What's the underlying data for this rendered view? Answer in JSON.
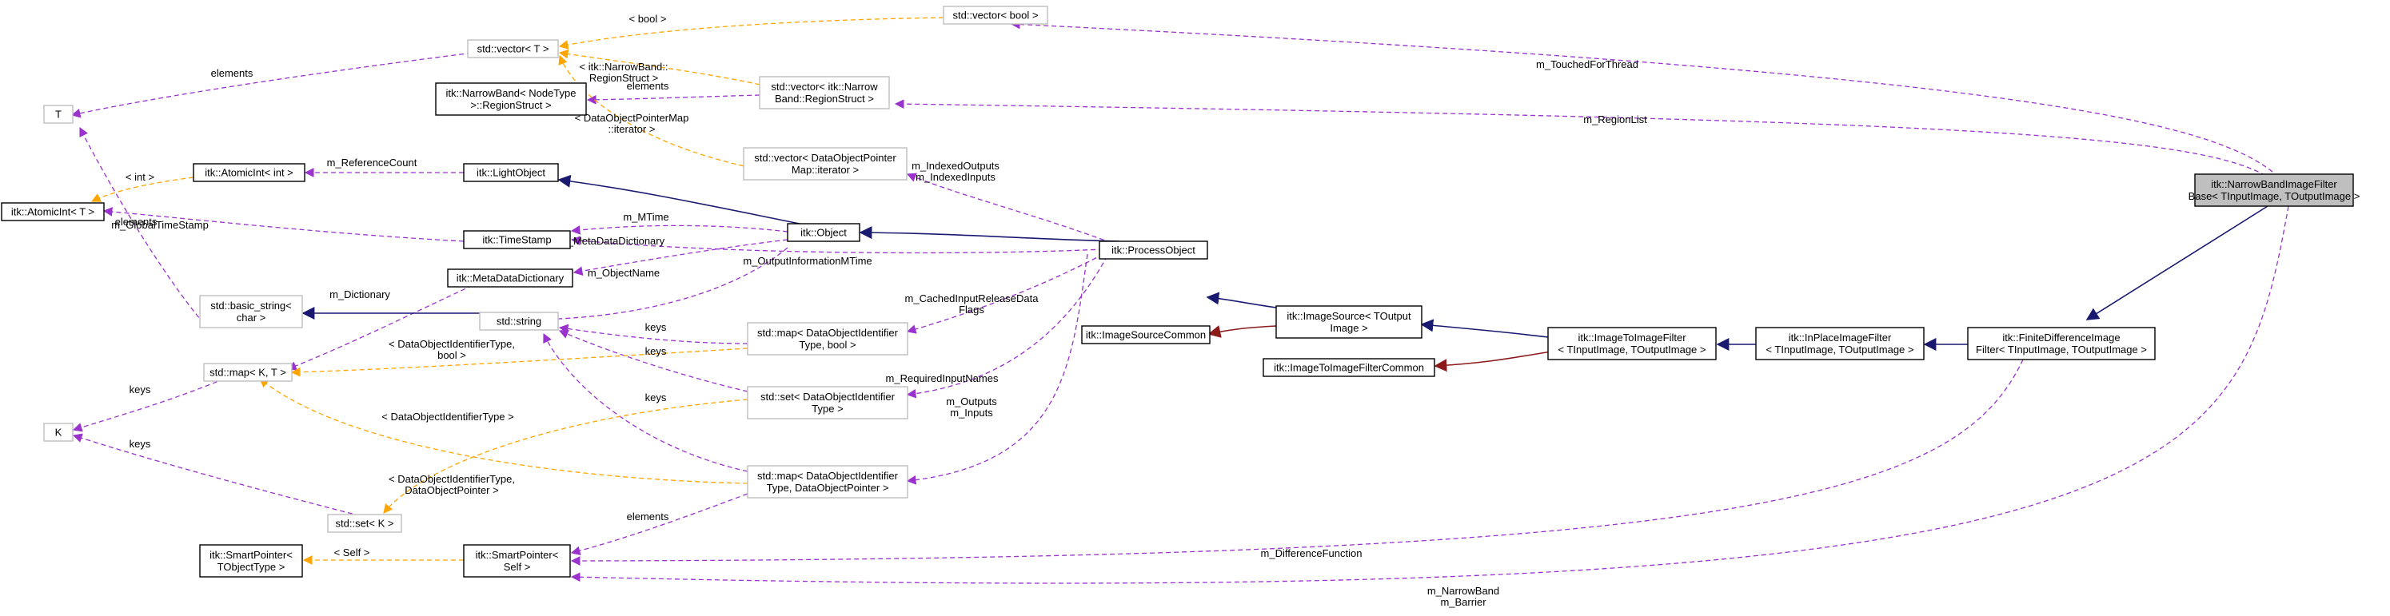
{
  "colors": {
    "uses": "#9a32cd",
    "template": "#ffa500",
    "inherit": "#191970",
    "private_inherit": "#8b1a1a",
    "grey_border": "#bfbfbf",
    "black_border": "#000000",
    "highlight_fill": "#bfbfbf"
  },
  "nodes": {
    "narrowband_base": {
      "lines": [
        "itk::NarrowBandImageFilter",
        "Base< TInputImage, TOutputImage >"
      ],
      "style": "highlight"
    },
    "fdif": {
      "lines": [
        "itk::FiniteDifferenceImage",
        "Filter< TInputImage, TOutputImage >"
      ],
      "style": "black"
    },
    "inplace": {
      "lines": [
        "itk::InPlaceImageFilter",
        "< TInputImage, TOutputImage >"
      ],
      "style": "black"
    },
    "i2i": {
      "lines": [
        "itk::ImageToImageFilter",
        "< TInputImage, TOutputImage >"
      ],
      "style": "black"
    },
    "i2icommon": {
      "lines": [
        "itk::ImageToImageFilterCommon"
      ],
      "style": "black"
    },
    "imgsource": {
      "lines": [
        "itk::ImageSource< TOutput",
        "Image >"
      ],
      "style": "black"
    },
    "imgsourcecommon": {
      "lines": [
        "itk::ImageSourceCommon"
      ],
      "style": "black"
    },
    "processobject": {
      "lines": [
        "itk::ProcessObject"
      ],
      "style": "black"
    },
    "object": {
      "lines": [
        "itk::Object"
      ],
      "style": "black"
    },
    "lightobject": {
      "lines": [
        "itk::LightObject"
      ],
      "style": "black"
    },
    "atomicint_int": {
      "lines": [
        "itk::AtomicInt< int >"
      ],
      "style": "black"
    },
    "atomicint_t": {
      "lines": [
        "itk::AtomicInt< T >"
      ],
      "style": "black"
    },
    "timestamp": {
      "lines": [
        "itk::TimeStamp"
      ],
      "style": "black"
    },
    "metadatadict": {
      "lines": [
        "itk::MetaDataDictionary"
      ],
      "style": "black"
    },
    "narrowband_nt": {
      "lines": [
        "itk::NarrowBand< NodeType",
        ">::RegionStruct >"
      ],
      "style": "black"
    },
    "smartptr_tobj": {
      "lines": [
        "itk::SmartPointer<",
        "TObjectType >"
      ],
      "style": "black"
    },
    "smartptr_self": {
      "lines": [
        "itk::SmartPointer<",
        "Self >"
      ],
      "style": "black"
    },
    "vec_bool": {
      "lines": [
        "std::vector< bool >"
      ],
      "style": "grey"
    },
    "vec_t": {
      "lines": [
        "std::vector< T >"
      ],
      "style": "grey"
    },
    "vec_region": {
      "lines": [
        "std::vector< itk::Narrow",
        "Band::RegionStruct >"
      ],
      "style": "grey"
    },
    "vec_dop": {
      "lines": [
        "std::vector< DataObjectPointer",
        "Map::iterator >"
      ],
      "style": "grey"
    },
    "t": {
      "lines": [
        "T"
      ],
      "style": "grey"
    },
    "k": {
      "lines": [
        "K"
      ],
      "style": "grey"
    },
    "basic_string": {
      "lines": [
        "std::basic_string<",
        "char >"
      ],
      "style": "grey"
    },
    "string": {
      "lines": [
        "std::string"
      ],
      "style": "grey"
    },
    "map_kt": {
      "lines": [
        "std::map< K, T >"
      ],
      "style": "grey"
    },
    "set_k": {
      "lines": [
        "std::set< K >"
      ],
      "style": "grey"
    },
    "map_doi_bool": {
      "lines": [
        "std::map< DataObjectIdentifier",
        "Type, bool >"
      ],
      "style": "grey"
    },
    "set_doi": {
      "lines": [
        "std::set< DataObjectIdentifier",
        "Type >"
      ],
      "style": "grey"
    },
    "map_doi_dop": {
      "lines": [
        "std::map< DataObjectIdentifier",
        "Type, DataObjectPointer >"
      ],
      "style": "grey"
    }
  },
  "edges": [
    {
      "id": "lbl-touched",
      "lines": [
        "m_TouchedForThread"
      ]
    },
    {
      "id": "lbl-regionlist",
      "lines": [
        "m_RegionList"
      ]
    },
    {
      "id": "lbl-vecbool-bool",
      "lines": [
        "< bool >"
      ]
    },
    {
      "id": "lbl-vecregion-tmpl",
      "lines": [
        "< itk::NarrowBand::",
        "RegionStruct >"
      ]
    },
    {
      "id": "lbl-vect-elements",
      "lines": [
        "elements"
      ]
    },
    {
      "id": "lbl-vecregion-elements",
      "lines": [
        "elements"
      ]
    },
    {
      "id": "lbl-vecdop-tmpl",
      "lines": [
        "< DataObjectPointerMap",
        "::iterator >"
      ]
    },
    {
      "id": "lbl-indexed",
      "lines": [
        "m_IndexedOutputs",
        "m_IndexedInputs"
      ]
    },
    {
      "id": "lbl-refcount",
      "lines": [
        "m_ReferenceCount"
      ]
    },
    {
      "id": "lbl-int",
      "lines": [
        "< int >"
      ]
    },
    {
      "id": "lbl-globaltime",
      "lines": [
        "m_GlobalTimeStamp"
      ]
    },
    {
      "id": "lbl-t-elements",
      "lines": [
        "elements"
      ]
    },
    {
      "id": "lbl-mtime",
      "lines": [
        "m_MTime"
      ]
    },
    {
      "id": "lbl-metadict",
      "lines": [
        "m_MetaDataDictionary"
      ]
    },
    {
      "id": "lbl-objname",
      "lines": [
        "m_ObjectName"
      ]
    },
    {
      "id": "lbl-outinfo",
      "lines": [
        "m_OutputInformationMTime"
      ]
    },
    {
      "id": "lbl-dictionary",
      "lines": [
        "m_Dictionary"
      ]
    },
    {
      "id": "lbl-cached",
      "lines": [
        "m_CachedInputReleaseData",
        "Flags"
      ]
    },
    {
      "id": "lbl-keys1",
      "lines": [
        "keys"
      ]
    },
    {
      "id": "lbl-keys2",
      "lines": [
        "keys"
      ]
    },
    {
      "id": "lbl-keys3",
      "lines": [
        "keys"
      ]
    },
    {
      "id": "lbl-doit-bool",
      "lines": [
        "< DataObjectIdentifierType,",
        "bool >"
      ]
    },
    {
      "id": "lbl-required",
      "lines": [
        "m_RequiredInputNames"
      ]
    },
    {
      "id": "lbl-map-keys",
      "lines": [
        "keys"
      ]
    },
    {
      "id": "lbl-doit",
      "lines": [
        "< DataObjectIdentifierType >"
      ]
    },
    {
      "id": "lbl-outputs",
      "lines": [
        "m_Outputs",
        "m_Inputs"
      ]
    },
    {
      "id": "lbl-set-keys",
      "lines": [
        "keys"
      ]
    },
    {
      "id": "lbl-doit-dop",
      "lines": [
        "< DataObjectIdentifierType,",
        "DataObjectPointer >"
      ]
    },
    {
      "id": "lbl-sp-elements",
      "lines": [
        "elements"
      ]
    },
    {
      "id": "lbl-self",
      "lines": [
        "< Self >"
      ]
    },
    {
      "id": "lbl-difffunc",
      "lines": [
        "m_DifferenceFunction"
      ]
    },
    {
      "id": "lbl-narrowband",
      "lines": [
        "m_NarrowBand",
        "m_Barrier"
      ]
    }
  ]
}
